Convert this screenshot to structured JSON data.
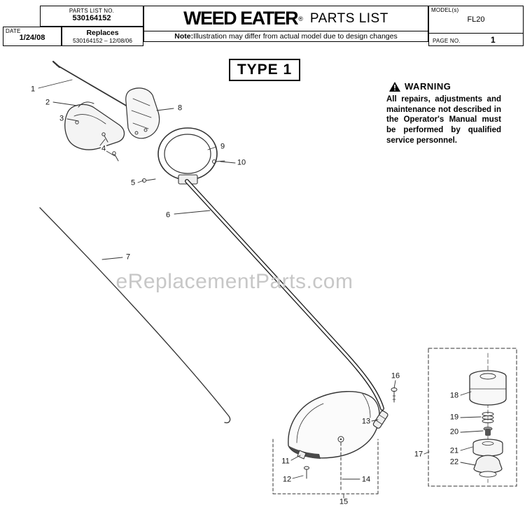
{
  "header": {
    "parts_list_no_label": "PARTS LIST NO.",
    "parts_list_no": "530164152",
    "date_label": "DATE",
    "date": "1/24/08",
    "replaces_label": "Replaces",
    "replaces_value": "530164152 – 12/08/06",
    "brand": "WEED EATER",
    "registered_mark": "®",
    "title": "PARTS LIST",
    "note_label": "Note:",
    "note_text": " Illustration may differ from actual model due to design changes",
    "models_label": "MODEL(s)",
    "model": "FL20",
    "page_label": "PAGE   NO.",
    "page_number": "1"
  },
  "type_title": "TYPE 1",
  "warning": {
    "title": "WARNING",
    "body": "All repairs, adjustments and maintenance not described in the Operator's Manual must be performed by qualified service personnel."
  },
  "watermark": "eReplacementParts.com",
  "diagram": {
    "description": "Exploded parts view of Weed Eater FL20 string trimmer, Type 1",
    "callouts": [
      {
        "label": "1"
      },
      {
        "label": "2"
      },
      {
        "label": "3"
      },
      {
        "label": "4"
      },
      {
        "label": "5"
      },
      {
        "label": "6"
      },
      {
        "label": "7"
      },
      {
        "label": "8"
      },
      {
        "label": "9"
      },
      {
        "label": "10"
      },
      {
        "label": "11"
      },
      {
        "label": "12"
      },
      {
        "label": "13"
      },
      {
        "label": "14"
      },
      {
        "label": "15"
      },
      {
        "label": "16"
      },
      {
        "label": "17"
      },
      {
        "label": "18"
      },
      {
        "label": "19"
      },
      {
        "label": "20"
      },
      {
        "label": "21"
      },
      {
        "label": "22"
      }
    ]
  }
}
